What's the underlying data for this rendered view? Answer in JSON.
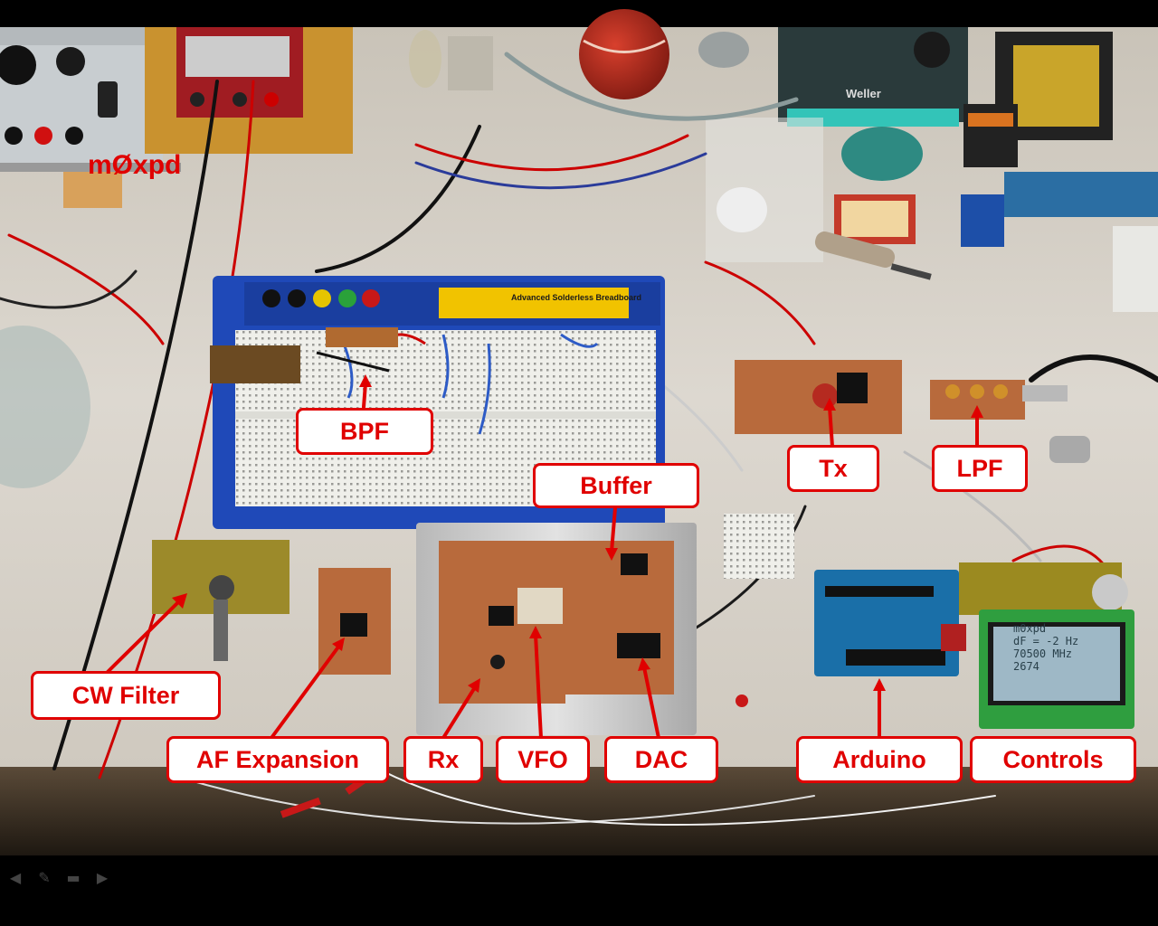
{
  "callsign": "mØxpd",
  "labels": {
    "bpf": "BPF",
    "buffer": "Buffer",
    "tx": "Tx",
    "lpf": "LPF",
    "cw_filter": "CW Filter",
    "af_expansion": "AF Expansion",
    "rx": "Rx",
    "vfo": "VFO",
    "dac": "DAC",
    "arduino": "Arduino",
    "controls": "Controls"
  },
  "lcd": {
    "line1": "m0xpd",
    "line2": "dF = -2  Hz",
    "line3": "70500 MHz",
    "line4": "2674"
  },
  "colors": {
    "label_border": "#e00000",
    "label_text": "#e00000",
    "label_bg": "#ffffff",
    "bench": "#ddd8d0",
    "breadboard_frame": "#1f49b8",
    "pcb": "#b86a3c",
    "lcd_bezel": "#2f9e3f"
  },
  "nav": [
    "arrow-left-icon",
    "pencil-icon",
    "screen-icon",
    "arrow-right-icon"
  ]
}
